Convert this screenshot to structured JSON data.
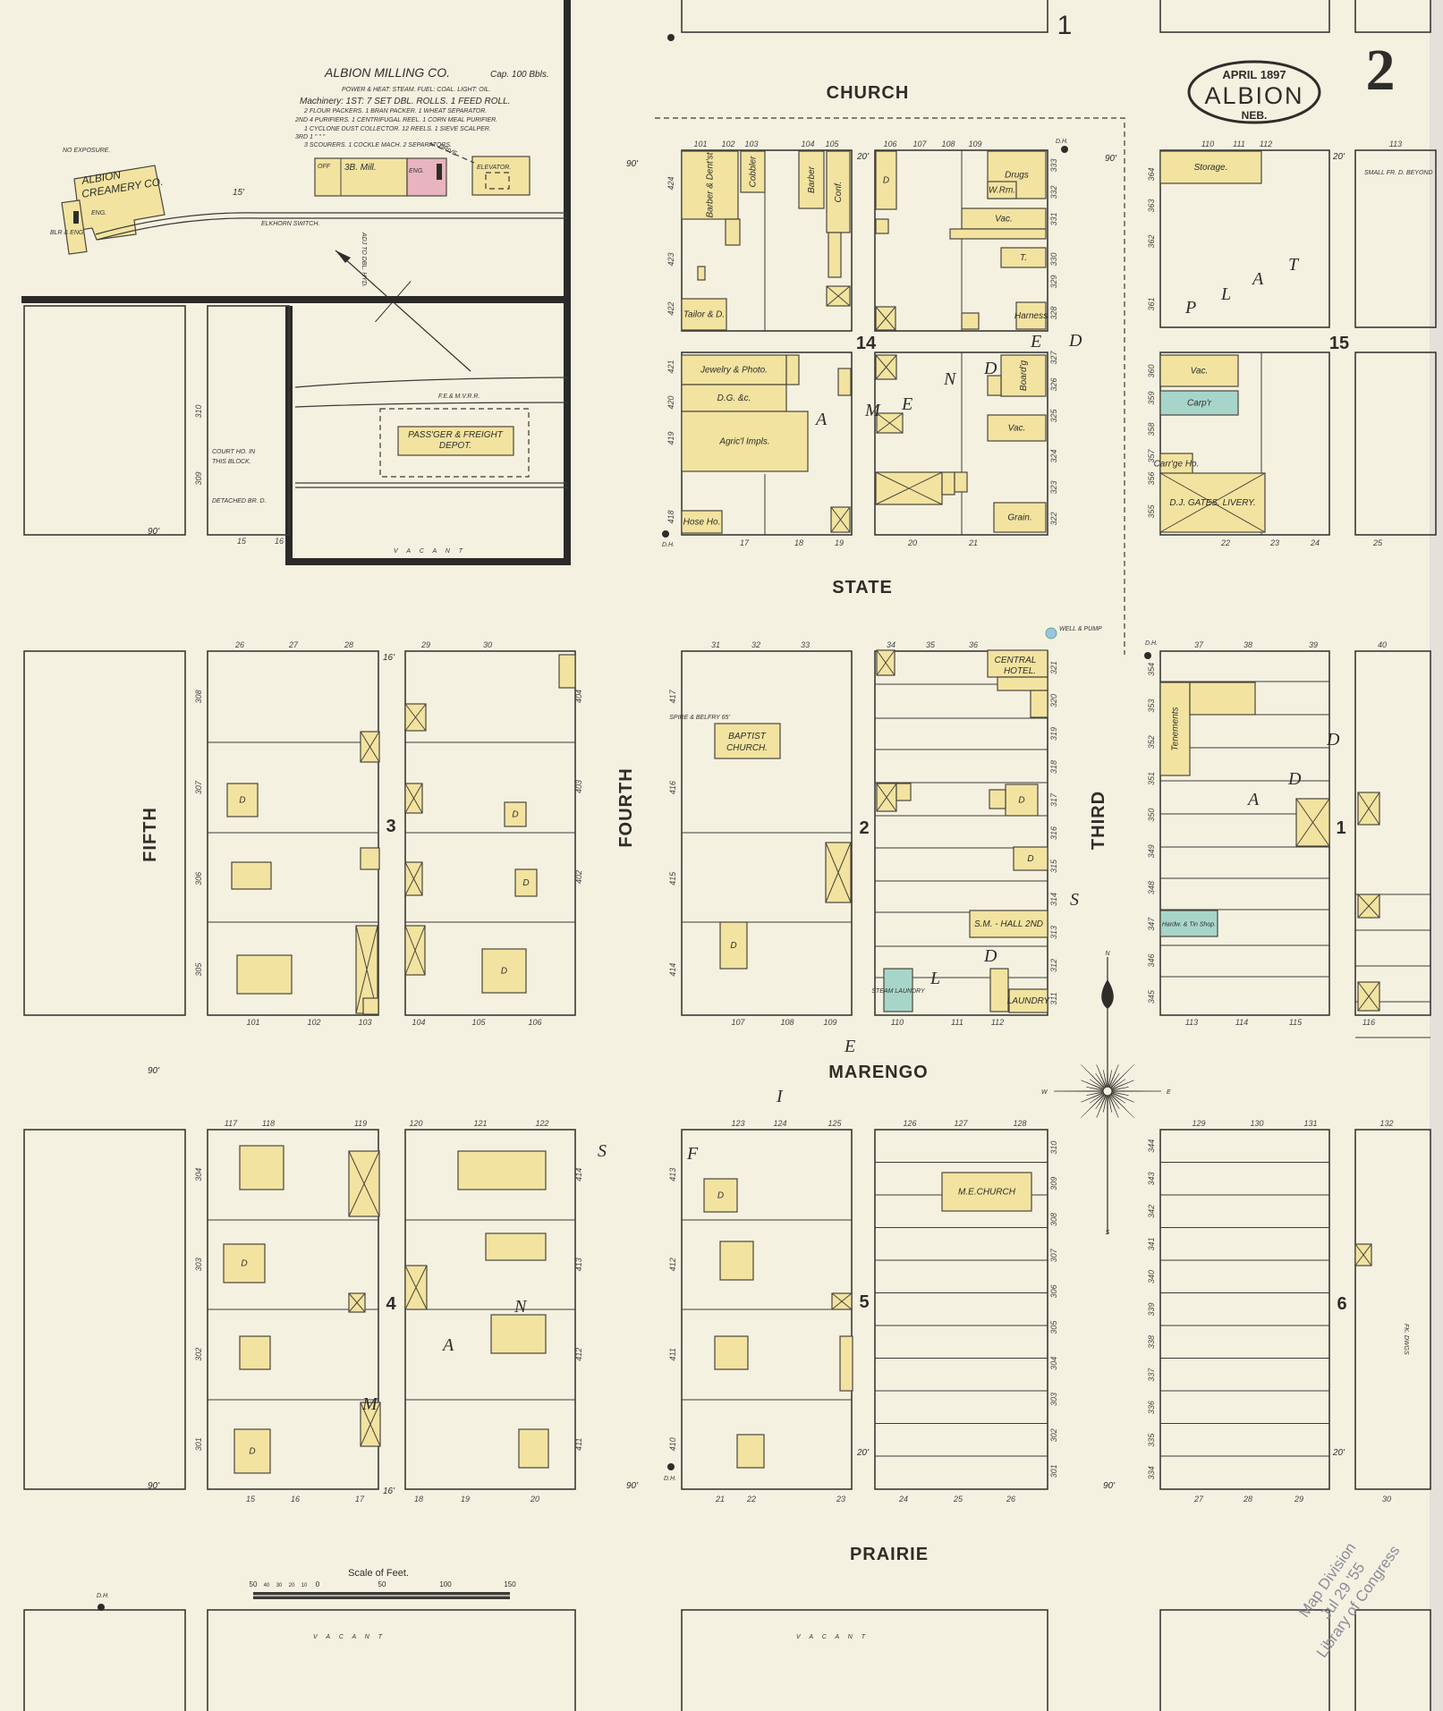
{
  "sheet": {
    "number": "2",
    "date": "APRIL 1897",
    "town": "ALBION",
    "state": "NEB."
  },
  "streets": {
    "church": "CHURCH",
    "state": "STATE",
    "marengo": "MARENGO",
    "prairie": "PRAIRIE",
    "fifth": "FIFTH",
    "fourth": "FOURTH",
    "third": "THIRD"
  },
  "blocks": {
    "b14": "14",
    "b15": "15",
    "b3": "3",
    "b2": "2",
    "b1": "1",
    "b4": "4",
    "b5": "5",
    "b6": "6",
    "top": "1"
  },
  "mill": {
    "title": "ALBION MILLING CO.",
    "capacity": "Cap. 100 Bbls.",
    "power": "POWER & HEAT: STEAM. FUEL: COAL. LIGHT: OIL.",
    "machinery": [
      "Machinery: 1ST: 7 SET DBL. ROLLS. 1 FEED ROLL.",
      "2 FLOUR PACKERS. 1 BRAN PACKER. 1 WHEAT SEPARATOR.",
      "2ND 4 PURIFIERS. 1 CENTRIFUGAL REEL. 1 CORN MEAL PURIFIER.",
      "1 CYCLONE DUST COLLECTOR. 12 REELS. 1 SIEVE SCALPER.",
      "3RD 1 \" \" \"",
      "3 SCOURERS. 1 COCKLE MACH. 2 SEPARATORS."
    ],
    "off": "OFF",
    "mill": "3B. Mill.",
    "eng": "ENG.",
    "elevator": "ELEVATOR.",
    "drive": "DRIVE"
  },
  "creamery": {
    "name1": "ALBION",
    "name2": "CREAMERY CO.",
    "eng": "ENG.",
    "blr": "BLR & ENG."
  },
  "no_exposure": "NO EXPOSURE.",
  "railroad": {
    "switch": "ELKHORN SWITCH.",
    "road": "F.E.& M.V.R.R.",
    "depot1": "PASS'GER & FREIGHT",
    "depot2": "DEPOT.",
    "hyd": "ADJ TO DBL. HYD.",
    "court1": "COURT HO. IN",
    "court2": "THIS BLOCK.",
    "detached": "DETACHED BR. D.",
    "vacant": "V A C A N T"
  },
  "labels": {
    "dentist": "Barber & Dent'st",
    "cobbler": "Cobbler",
    "barber": "Barber",
    "conf": "Conf.",
    "tailor": "Tailor & D.",
    "D": "D",
    "drugs": "Drugs",
    "wrm": "W.Rm.",
    "vac": "Vac.",
    "T": "T.",
    "harness": "Harness",
    "jewelry": "Jewelry & Photo.",
    "dg": "D.G. &c.",
    "agric": "Agric'l Impls.",
    "hose": "Hose Ho.",
    "boarding": "Board'g",
    "grain": "Grain.",
    "storage": "Storage.",
    "carpr": "Carp'r",
    "carriage": "Carr'ge Ho.",
    "livery": "D.J. GATES. LIVERY.",
    "hotel1": "CENTRAL",
    "hotel2": "HOTEL.",
    "baptist1": "BAPTIST",
    "baptist2": "CHURCH.",
    "spire": "SPIRE & BELFRY 65'",
    "smhall": "S.M. - HALL 2ND",
    "steam": "STEAM LAUNDRY",
    "laundry": "LAUNDRY",
    "tenements": "Tenements",
    "hardw": "Hardw. & Tin Shop.",
    "mechurch": "M.E.CHURCH",
    "small_fr": "SMALL FR. D. BEYOND",
    "well": "WELL & PUMP",
    "dh": "D.H.",
    "fk": "FK. DWGS"
  },
  "plat_letters": {
    "amended": [
      "A",
      "M",
      "E",
      "N",
      "D",
      "E",
      "D"
    ],
    "plat": [
      "P",
      "L",
      "A",
      "T"
    ],
    "add": [
      "A",
      "D",
      "D"
    ],
    "s_letters": [
      "S",
      "L",
      "D"
    ],
    "man": [
      "M",
      "A",
      "N",
      "S"
    ],
    "fe": [
      "F",
      "E",
      "I"
    ]
  },
  "lots": {
    "b14_top": [
      "101",
      "102",
      "103",
      "104",
      "105",
      "106",
      "107",
      "108",
      "109"
    ],
    "b14_bottom": [
      "17",
      "18",
      "19",
      "20",
      "21"
    ],
    "b14_left": [
      "424",
      "423",
      "422",
      "421",
      "420",
      "419",
      "418"
    ],
    "b14_right": [
      "333",
      "332",
      "331",
      "330",
      "329",
      "328",
      "327",
      "326",
      "325",
      "324",
      "323",
      "322"
    ],
    "b15_top": [
      "110",
      "111",
      "112",
      "113"
    ],
    "b15_bottom": [
      "22",
      "23",
      "24",
      "25"
    ],
    "b15_left": [
      "364",
      "363",
      "362",
      "361",
      "360",
      "359",
      "358",
      "357",
      "356",
      "355"
    ],
    "b3_top": [
      "26",
      "27",
      "28",
      "29",
      "30"
    ],
    "b3_bottom": [
      "101",
      "102",
      "103",
      "104",
      "105",
      "106"
    ],
    "b3_left": [
      "308",
      "307",
      "306",
      "305"
    ],
    "b3_right": [
      "404",
      "403",
      "402"
    ],
    "b2_top": [
      "31",
      "32",
      "33",
      "34",
      "35",
      "36"
    ],
    "b2_bottom": [
      "107",
      "108",
      "109",
      "110",
      "111",
      "112"
    ],
    "b2_left": [
      "417",
      "416",
      "415",
      "414"
    ],
    "b2_right": [
      "321",
      "320",
      "319",
      "318",
      "317",
      "316",
      "315",
      "314",
      "313",
      "312",
      "311"
    ],
    "b1_top": [
      "37",
      "38",
      "39",
      "40"
    ],
    "b1_bottom": [
      "113",
      "114",
      "115",
      "116"
    ],
    "b1_left": [
      "354",
      "353",
      "352",
      "351",
      "350",
      "349",
      "348",
      "347",
      "346",
      "345"
    ],
    "b4_top": [
      "117",
      "118",
      "119",
      "120",
      "121",
      "122"
    ],
    "b4_bottom": [
      "15",
      "16",
      "17",
      "18",
      "19",
      "20"
    ],
    "b4_left": [
      "304",
      "303",
      "302",
      "301"
    ],
    "b4_right": [
      "414",
      "413",
      "412",
      "411"
    ],
    "b5_top": [
      "123",
      "124",
      "125",
      "126",
      "127",
      "128"
    ],
    "b5_bottom": [
      "21",
      "22",
      "23",
      "24",
      "25",
      "26"
    ],
    "b5_left": [
      "413",
      "412",
      "411",
      "410"
    ],
    "b5_right": [
      "310",
      "309",
      "308",
      "307",
      "306",
      "305",
      "304",
      "303",
      "302",
      "301"
    ],
    "b6_top": [
      "129",
      "130",
      "131",
      "132"
    ],
    "b6_bottom": [
      "27",
      "28",
      "29",
      "30"
    ],
    "b6_left": [
      "344",
      "343",
      "342",
      "341",
      "340",
      "339",
      "338",
      "337",
      "336",
      "335",
      "334"
    ],
    "left_area": [
      "310",
      "309",
      "15",
      "16"
    ]
  },
  "widths": {
    "w90": "90'",
    "w20": "20'",
    "w16": "16'",
    "w15": "15'"
  },
  "scale": {
    "title": "Scale of Feet.",
    "ticks": [
      "50",
      "40",
      "30",
      "20",
      "10",
      "0",
      "50",
      "100",
      "150"
    ]
  },
  "compass": {
    "n": "N",
    "s": "S",
    "e": "E",
    "w": "W"
  },
  "stamp": [
    "Map Division",
    "Jul 29 '55",
    "Library of Congress"
  ],
  "colors": {
    "paper": "#f4f1e1",
    "frame": "#f2e3a0",
    "brick": "#e8b4bf",
    "stone": "#a8d5ca",
    "well": "#9cc3e2",
    "ink": "#2e2d2a"
  }
}
